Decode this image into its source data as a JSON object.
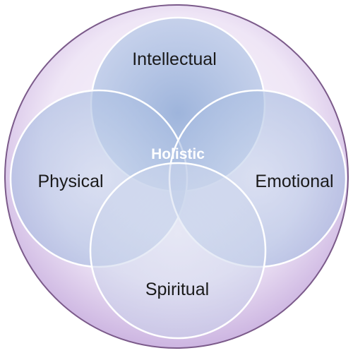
{
  "diagram": {
    "center_label": "Holistic",
    "segments": [
      {
        "id": "intellectual",
        "label": "Intellectual"
      },
      {
        "id": "physical",
        "label": "Physical"
      },
      {
        "id": "emotional",
        "label": "Emotional"
      },
      {
        "id": "spiritual",
        "label": "Spiritual"
      }
    ]
  },
  "colors": {
    "outer_fill_light": "#f7f2fa",
    "outer_fill_dark": "#cdb6e0",
    "circle_fill_light": "#dde6f3",
    "circle_fill_dark": "#9fb6dc",
    "stroke": "#ffffff",
    "label_text": "#1a1a1a",
    "center_text": "#ffffff"
  }
}
